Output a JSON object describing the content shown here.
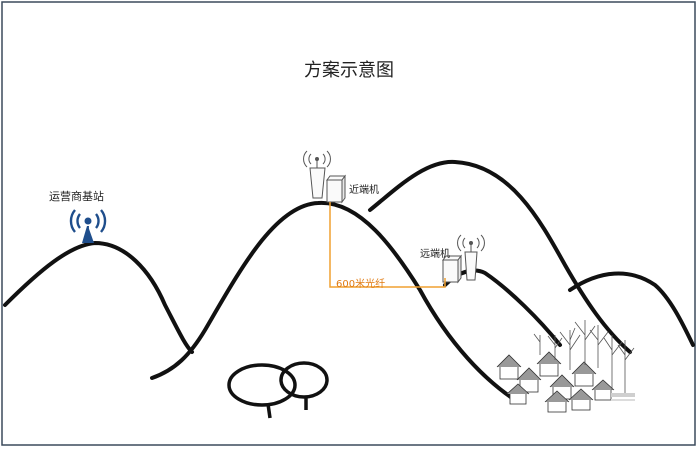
{
  "diagram": {
    "title": "方案示意图",
    "labels": {
      "base_station": "运营商基站",
      "near_end": "近端机",
      "far_end": "远端机",
      "fiber": "600米光纤"
    },
    "colors": {
      "outline": "#111111",
      "fiber": "#f0a030",
      "tower": "#1f4e8c",
      "border": "#3b4a5c"
    }
  }
}
